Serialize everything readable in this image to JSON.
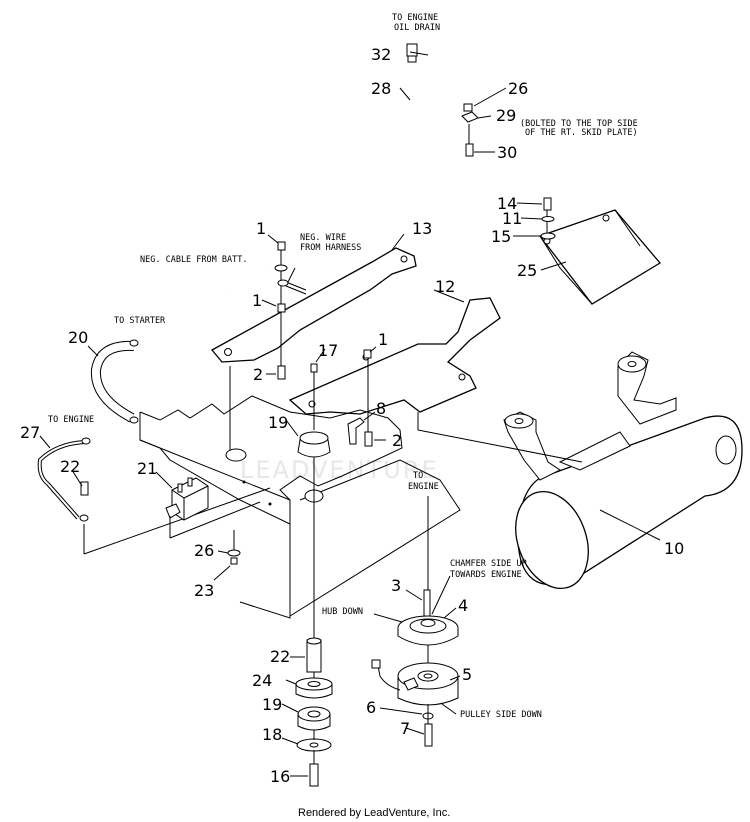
{
  "watermark": "LEADVENTURE",
  "footer": "Rendered by LeadVenture, Inc.",
  "callouts": {
    "c32": "32",
    "c28": "28",
    "c26a": "26",
    "c29": "29",
    "c30": "30",
    "c14": "14",
    "c11": "11",
    "c15": "15",
    "c25": "25",
    "c1a": "1",
    "c1b": "1",
    "c1c": "1",
    "c13": "13",
    "c12": "12",
    "c2a": "2",
    "c2b": "2",
    "c17": "17",
    "c8": "8",
    "c19a": "19",
    "c20": "20",
    "c27": "27",
    "c22a": "22",
    "c21": "21",
    "c26b": "26",
    "c23": "23",
    "c10": "10",
    "c3": "3",
    "c4": "4",
    "c5": "5",
    "c6": "6",
    "c7": "7",
    "c22b": "22",
    "c24": "24",
    "c19b": "19",
    "c18": "18",
    "c16": "16"
  },
  "notes": {
    "to_engine_oil_1": "TO ENGINE",
    "to_engine_oil_2": "OIL DRAIN",
    "bolted_1": "(BOLTED TO THE TOP SIDE",
    "bolted_2": "OF THE RT. SKID PLATE)",
    "neg_cable": "NEG. CABLE FROM BATT.",
    "neg_wire_1": "NEG. WIRE",
    "neg_wire_2": "FROM HARNESS",
    "to_starter": "TO STARTER",
    "to_engine_left": "TO ENGINE",
    "to_engine_mid_1": "TO",
    "to_engine_mid_2": "ENGINE",
    "chamfer_1": "CHAMFER SIDE UP",
    "chamfer_2": "TOWARDS ENGINE",
    "hub_down": "HUB DOWN",
    "pulley_side_down": "PULLEY SIDE DOWN"
  }
}
